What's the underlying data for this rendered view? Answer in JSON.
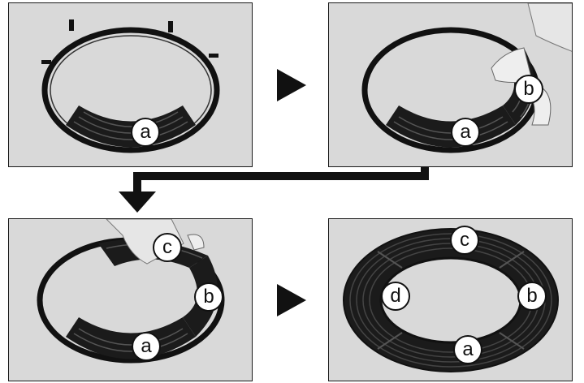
{
  "steps": [
    {
      "labels": [
        "a"
      ]
    },
    {
      "labels": [
        "a",
        "b"
      ]
    },
    {
      "labels": [
        "a",
        "b",
        "c"
      ]
    },
    {
      "labels": [
        "a",
        "b",
        "c",
        "d"
      ]
    }
  ],
  "colors": {
    "panel_bg": "#d9d9d9",
    "ring": "#111111",
    "arrow": "#111111",
    "label_bg": "#ffffff"
  },
  "icons": [
    "next-arrow-icon",
    "connector-arrow-icon",
    "hand-icon"
  ]
}
